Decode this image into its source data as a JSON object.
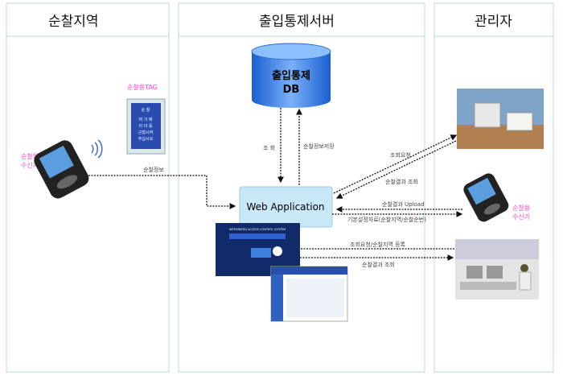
{
  "columns": {
    "patrol_area": "순찰지역",
    "access_server": "출입통제서버",
    "admin": "관리자"
  },
  "db": {
    "line1": "출입통제",
    "line2": "DB"
  },
  "web_app": "Web  Application",
  "labels": {
    "patrol_tag": "순찰용TAG",
    "receiver_left_1": "순찰용",
    "receiver_left_2": "수신기",
    "receiver_right_1": "순찰용",
    "receiver_right_2": "수신기",
    "patrol_info": "순찰정보",
    "query": "조  회",
    "save_info": "순찰정보저장",
    "query_request": "조회요청",
    "result_query": "순찰결과 조회",
    "result_upload": "순찰결과 Upload",
    "base_settings": "기본설정자료(순찰지역/순찰순번)",
    "query_register": "조회요청/순찰지역 등록",
    "result_query_2": "순찰결과 조회"
  },
  "tag": {
    "title": "순 찰",
    "lines": [
      "여 기 에",
      "리 더 를",
      "근접시켜",
      "주십시오"
    ]
  },
  "screen": {
    "title": "INTEGRATED ACCESS CONTROL SYSTEM"
  },
  "colors": {
    "column_border": "#b8d8d0",
    "web_app_fill": "#c8e8f8",
    "db_fill": "#3a7ce0",
    "label_pink": "#ff44cc"
  }
}
